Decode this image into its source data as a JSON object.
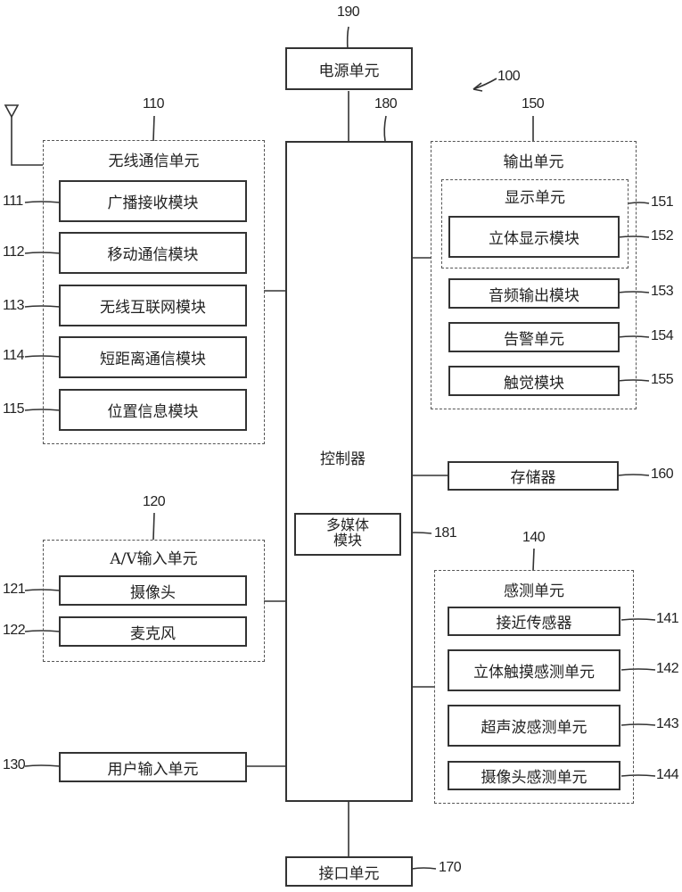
{
  "figure": {
    "ref": "100"
  },
  "power": {
    "label": "电源单元",
    "ref": "190"
  },
  "controller": {
    "label": "控制器",
    "ref": "180",
    "multimedia": {
      "label_line1": "多媒体",
      "label_line2": "模块",
      "ref": "181"
    }
  },
  "wireless": {
    "title": "无线通信单元",
    "ref": "110",
    "items": [
      {
        "label": "广播接收模块",
        "ref": "111"
      },
      {
        "label": "移动通信模块",
        "ref": "112"
      },
      {
        "label": "无线互联网模块",
        "ref": "113"
      },
      {
        "label": "短距离通信模块",
        "ref": "114"
      },
      {
        "label": "位置信息模块",
        "ref": "115"
      }
    ]
  },
  "av": {
    "title": "A/V输入单元",
    "ref": "120",
    "items": [
      {
        "label": "摄像头",
        "ref": "121"
      },
      {
        "label": "麦克风",
        "ref": "122"
      }
    ]
  },
  "user_input": {
    "label": "用户输入单元",
    "ref": "130"
  },
  "output": {
    "title": "输出单元",
    "ref": "150",
    "display": {
      "title": "显示单元",
      "ref": "151",
      "module": {
        "label": "立体显示模块",
        "ref": "152"
      }
    },
    "items": [
      {
        "label": "音频输出模块",
        "ref": "153"
      },
      {
        "label": "告警单元",
        "ref": "154"
      },
      {
        "label": "触觉模块",
        "ref": "155"
      }
    ]
  },
  "memory": {
    "label": "存储器",
    "ref": "160"
  },
  "sensing": {
    "title": "感测单元",
    "ref": "140",
    "items": [
      {
        "label": "接近传感器",
        "ref": "141"
      },
      {
        "label": "立体触摸感测单元",
        "ref": "142"
      },
      {
        "label": "超声波感测单元",
        "ref": "143"
      },
      {
        "label": "摄像头感测单元",
        "ref": "144"
      }
    ]
  },
  "interface": {
    "label": "接口单元",
    "ref": "170"
  }
}
